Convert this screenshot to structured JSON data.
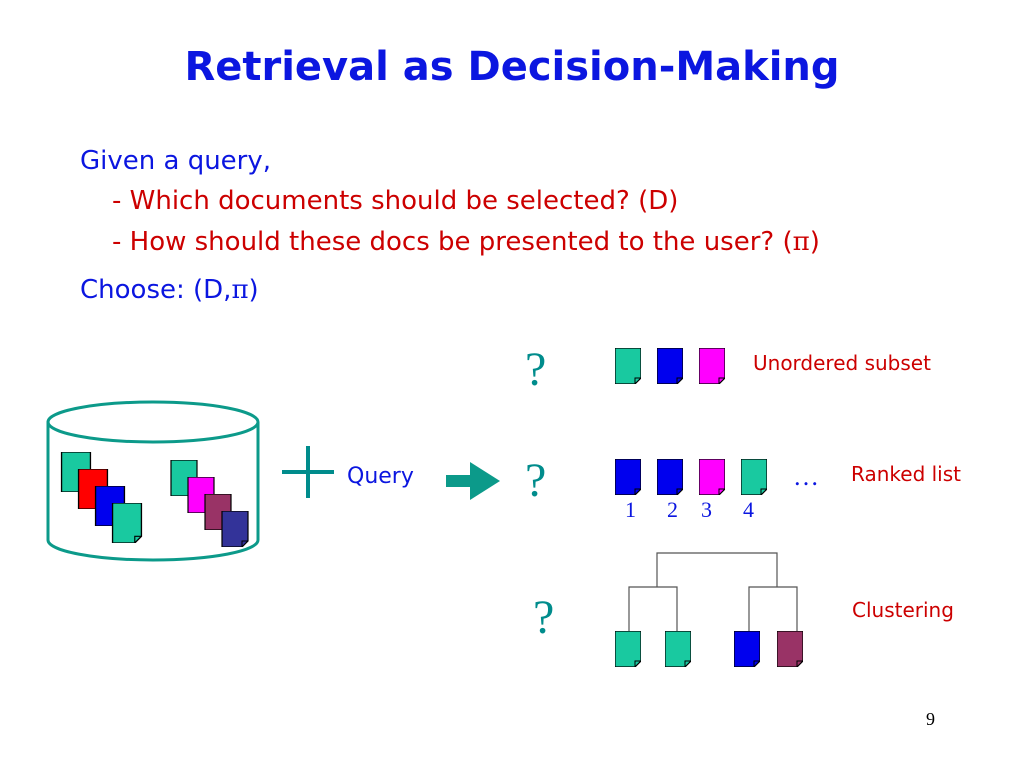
{
  "slide": {
    "title": "Retrieval as Decision-Making",
    "lines": {
      "given": "Given a query,",
      "which_docs": "- Which documents should be selected?  (D)",
      "how_present_prefix": "- How should these docs be presented to the user? (",
      "pi": "π",
      "close_paren": ")",
      "choose_prefix": "Choose: (D,"
    },
    "page_number": "9"
  },
  "diagram": {
    "plus_symbol": "+",
    "query_label": "Query",
    "question_mark": "?",
    "options": [
      {
        "label": "Unordered subset"
      },
      {
        "label": "Ranked list"
      },
      {
        "label": "Clustering"
      }
    ],
    "ranks": [
      "1",
      "2",
      "3",
      "4"
    ],
    "ellipsis": "…"
  },
  "colors": {
    "title_blue": "#0b16e0",
    "text_red": "#cc0000",
    "teal_accent": "#008c8c",
    "doc_teal": "#19c9a0",
    "doc_blue": "#0000ee",
    "doc_magenta": "#ff00ff",
    "doc_red": "#ff0000",
    "doc_plum": "#993366",
    "doc_navy": "#333399"
  }
}
